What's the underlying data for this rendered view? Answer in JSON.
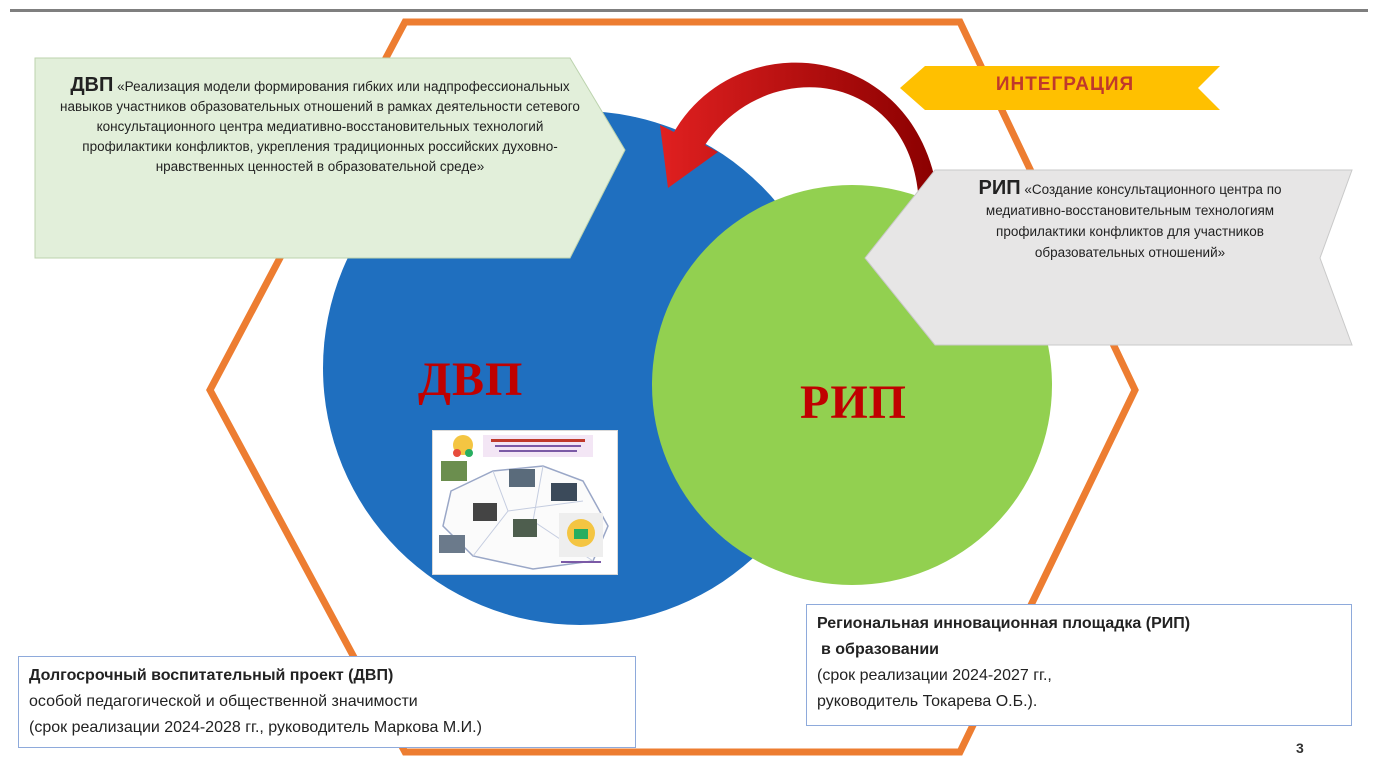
{
  "colors": {
    "hexagon": "#ed7d31",
    "dvp_circle": "#1f6fbf",
    "rip_circle": "#92d050",
    "arrow": "#c00000",
    "left_callout_fill": "#e2efda",
    "right_callout_fill": "#e7e6e6",
    "integration_fill": "#ffc000",
    "accent_text": "#c00000"
  },
  "integration": {
    "label": "ИНТЕГРАЦИЯ"
  },
  "dvp_callout": {
    "acronym": "ДВП",
    "text": "«Реализация модели формирования гибких или надпрофессиональных навыков участников образовательных отношений в рамках деятельности сетевого консультационного центра медиативно-восстановительных технологий профилактики конфликтов, укрепления традиционных российских духовно-нравственных ценностей в образовательной среде»"
  },
  "rip_callout": {
    "acronym": "РИП",
    "text": "«Создание консультационного центра по медиативно-восстановительным технологиям профилактики конфликтов для участников образовательных отношений»"
  },
  "circles": {
    "dvp_label": "ДВП",
    "rip_label": "РИП"
  },
  "dvp_box": {
    "line1": "Долгосрочный воспитательный проект (ДВП)",
    "line2": "особой педагогической и общественной значимости",
    "line3": "(срок реализации 2024-2028 гг., руководитель Маркова М.И.)"
  },
  "rip_box": {
    "line1": "Региональная инновационная площадка (РИП)",
    "line2": "в образовании",
    "line3": "(срок реализации 2024-2027 гг.,",
    "line4": "руководитель Токарева О.Б.)."
  },
  "page_number": "3"
}
